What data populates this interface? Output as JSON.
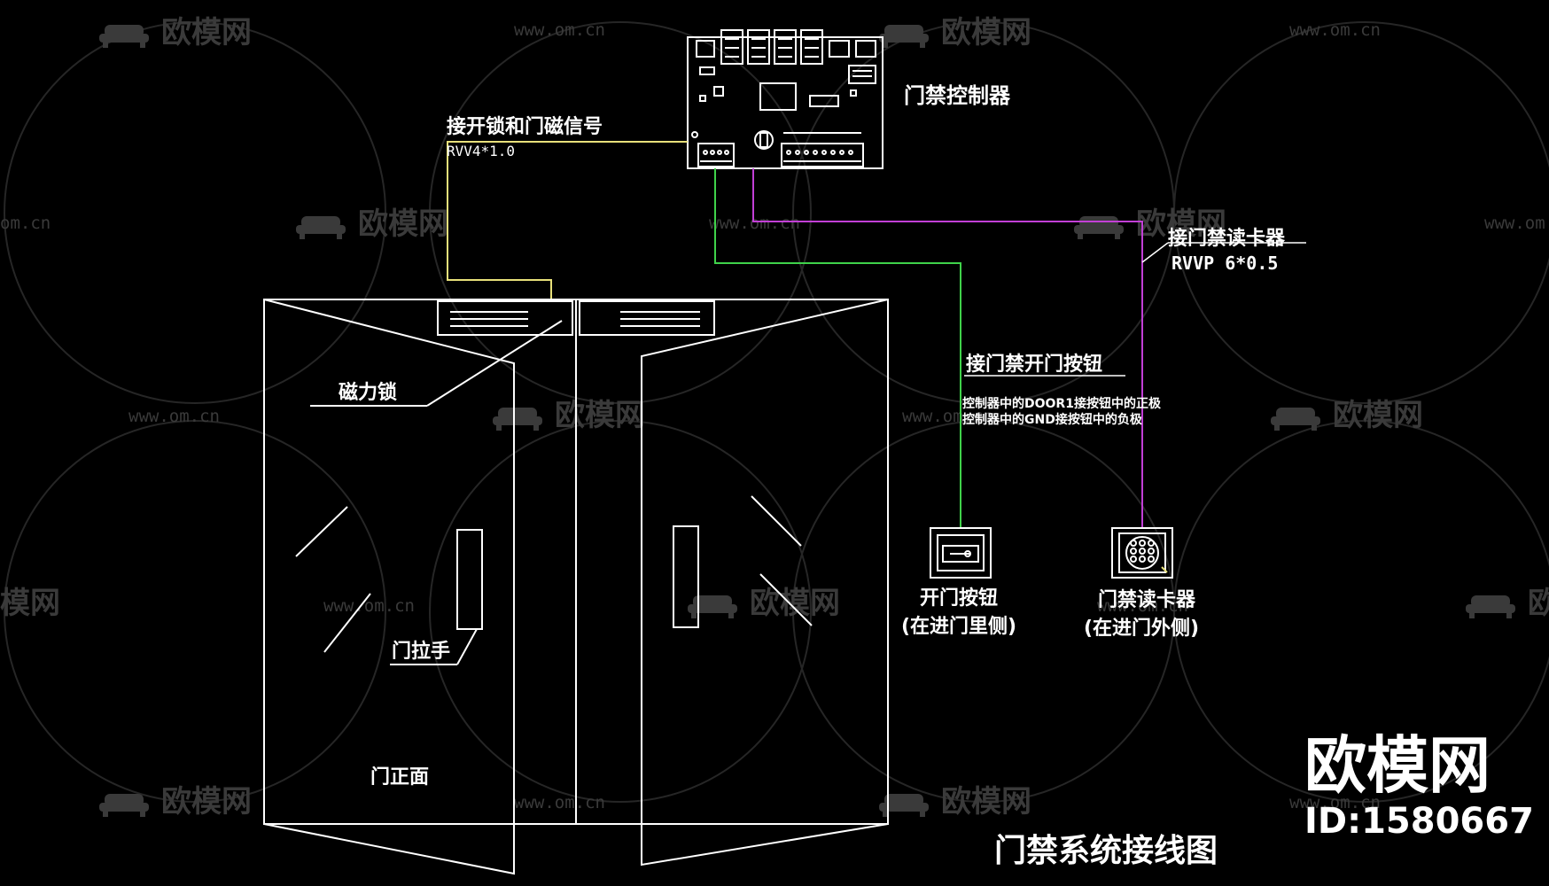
{
  "colors": {
    "background": "#000000",
    "outline": "#ffffff",
    "wire_lock": "#e8e07a",
    "wire_button": "#3fd24a",
    "wire_reader": "#c23fd6",
    "watermark": "#3a3a3a"
  },
  "labels": {
    "controller": "门禁控制器",
    "lock_signal": "接开锁和门磁信号",
    "lock_cable": "RVV4*1.0",
    "reader_wire": "接门禁读卡器",
    "reader_cable": "RVVP 6*0.5",
    "button_wire": "接门禁开门按钮",
    "button_note_1": "控制器中的DOOR1接按钮中的正极",
    "button_note_2": "控制器中的GND接按钮中的负极",
    "mag_lock": "磁力锁",
    "handle": "门拉手",
    "door_front": "门正面",
    "button_name": "开门按钮",
    "button_side": "(在进门里侧)",
    "reader_name": "门禁读卡器",
    "reader_side": "(在进门外侧)",
    "title": "门禁系统接线图"
  },
  "branding": {
    "logo_text": "欧模网",
    "id_text": "ID:1580667",
    "watermark_text": "欧模网",
    "watermark_url": "www.om.cn",
    "watermark_url_short": "om.cn",
    "watermark_fragment": "模网"
  },
  "icons": {
    "controller_board": "circuit-board-icon",
    "exit_button": "exit-button-icon",
    "card_reader": "keypad-reader-icon",
    "watermark_logo": "sofa-logo-icon"
  }
}
